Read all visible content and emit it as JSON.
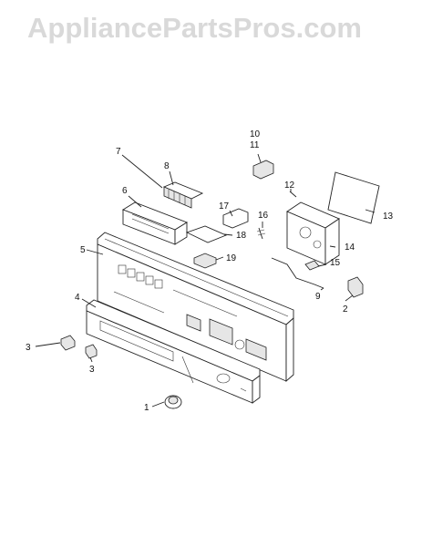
{
  "watermark": "AppliancePartsPros.com",
  "callouts": {
    "c1": "1",
    "c2": "2",
    "c3a": "3",
    "c3b": "3",
    "c4": "4",
    "c5": "5",
    "c6": "6",
    "c7": "7",
    "c8": "8",
    "c9": "9",
    "c10": "10",
    "c11": "11",
    "c12": "12",
    "c13": "13",
    "c14": "14",
    "c15": "15",
    "c16": "16",
    "c17": "17",
    "c18": "18",
    "c19": "19"
  }
}
